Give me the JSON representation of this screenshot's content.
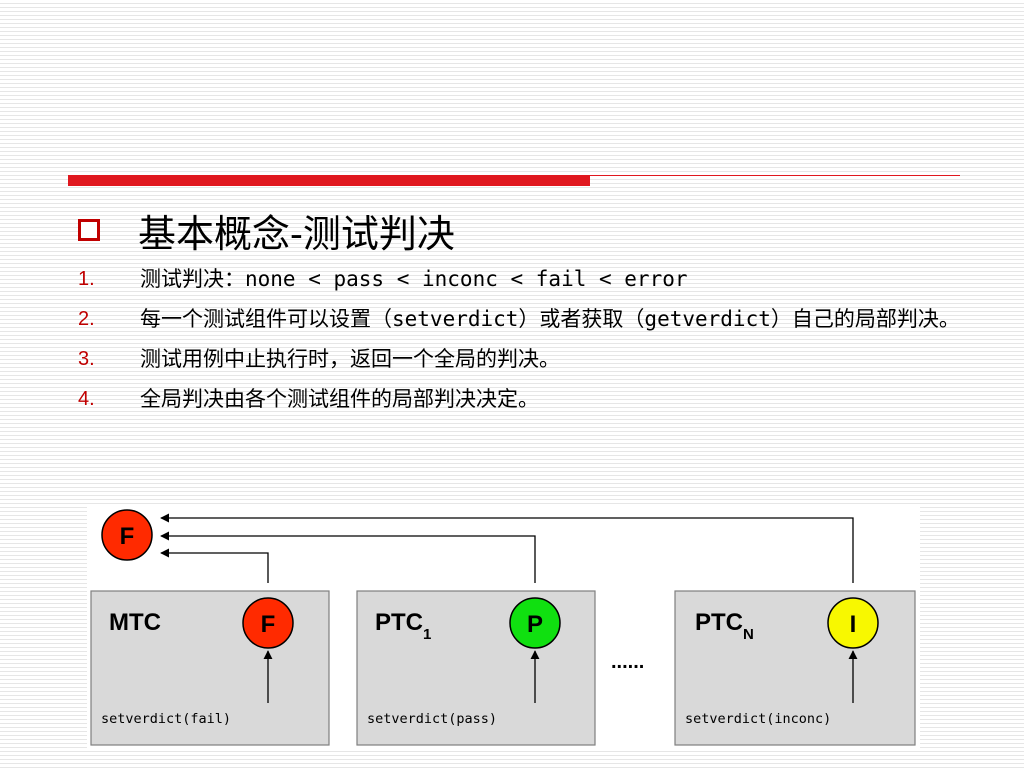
{
  "slide": {
    "title": "基本概念-测试判决",
    "items": [
      {
        "number": "1.",
        "text": "测试判决：none < pass < inconc < fail < error"
      },
      {
        "number": "2.",
        "text": "每一个测试组件可以设置（setverdict）或者获取（getverdict）自己的局部判决。"
      },
      {
        "number": "3.",
        "text": "测试用例中止执行时，返回一个全局的判决。"
      },
      {
        "number": "4.",
        "text": "全局判决由各个测试组件的局部判决决定。"
      }
    ]
  },
  "diagram": {
    "global_verdict": {
      "letter": "F",
      "color": "#ff2a00"
    },
    "components": [
      {
        "name": "MTC",
        "subscript": "",
        "verdict": "F",
        "verdict_color": "#ff2a00",
        "call": "setverdict(fail)"
      },
      {
        "name": "PTC",
        "subscript": "1",
        "verdict": "P",
        "verdict_color": "#10e010",
        "call": "setverdict(pass)"
      },
      {
        "name": "PTC",
        "subscript": "N",
        "verdict": "I",
        "verdict_color": "#f8f800",
        "call": "setverdict(inconc)"
      }
    ],
    "ellipsis": "......",
    "box_fill": "#d9d9d9"
  }
}
